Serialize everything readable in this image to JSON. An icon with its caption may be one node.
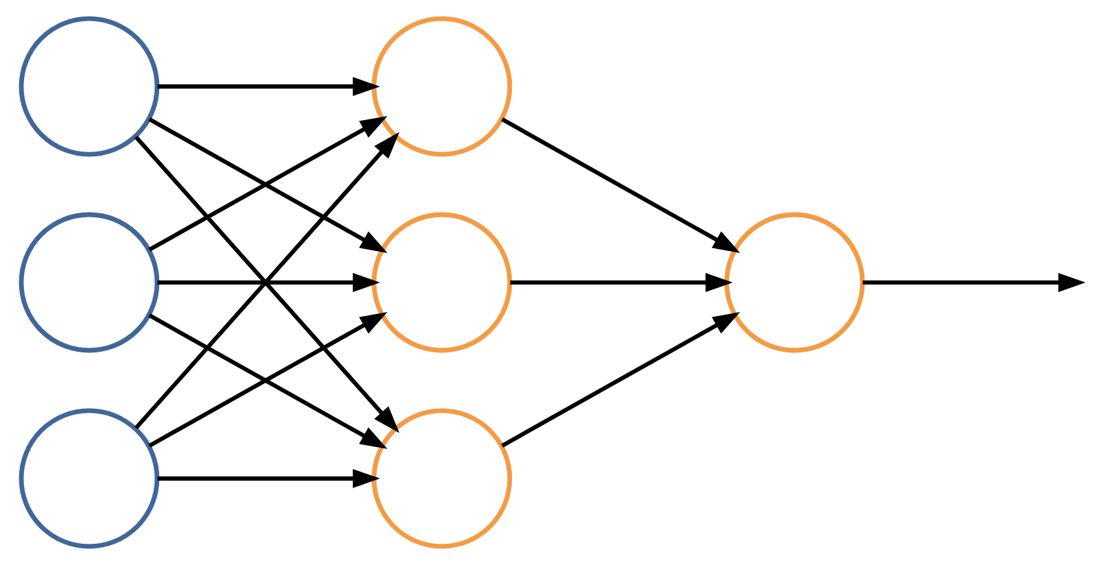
{
  "diagram": {
    "nodes": [
      {
        "text": [],
        "shape": "circle"
      },
      {
        "text": [],
        "shape": "circle"
      },
      {
        "text": [],
        "shape": "circle"
      },
      {
        "text": [],
        "shape": "circle"
      },
      {
        "text": [],
        "shape": "circle"
      },
      {
        "text": [],
        "shape": "circle"
      },
      {
        "text": [],
        "shape": "circle"
      }
    ],
    "edges": [
      {
        "from": 0,
        "to": 3,
        "arrow": "to"
      },
      {
        "from": 0,
        "to": 4,
        "arrow": "to"
      },
      {
        "from": 0,
        "to": 5,
        "arrow": "to"
      },
      {
        "from": 1,
        "to": 3,
        "arrow": "to"
      },
      {
        "from": 1,
        "to": 4,
        "arrow": "to"
      },
      {
        "from": 1,
        "to": 5,
        "arrow": "to"
      },
      {
        "from": 2,
        "to": 3,
        "arrow": "to"
      },
      {
        "from": 2,
        "to": 4,
        "arrow": "to"
      },
      {
        "from": 2,
        "to": 5,
        "arrow": "to"
      },
      {
        "from": 3,
        "to": 6,
        "arrow": "to"
      },
      {
        "from": 4,
        "to": 6,
        "arrow": "to"
      },
      {
        "from": 5,
        "to": 6,
        "arrow": "to"
      },
      {
        "from": 6,
        "to": null,
        "arrow": "to"
      }
    ]
  }
}
